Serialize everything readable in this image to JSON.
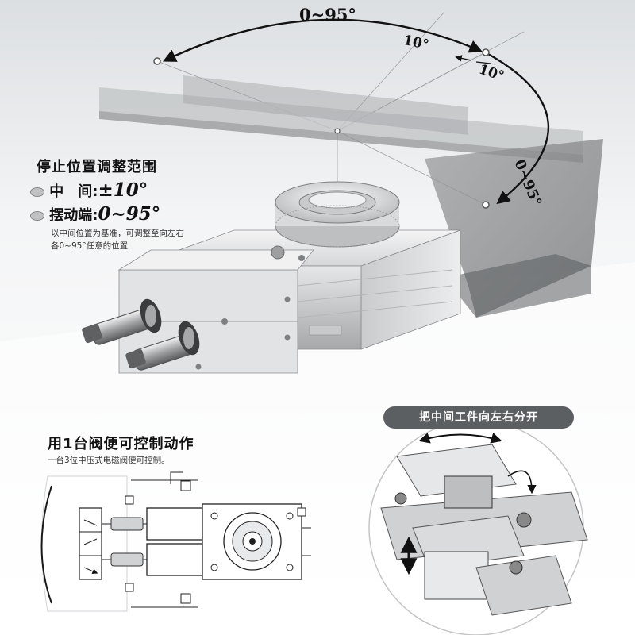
{
  "rotation": {
    "top_range": "0~95°",
    "mid_offset_left": "10°",
    "mid_offset_right": "10°",
    "right_range": "0~95°"
  },
  "stop_position": {
    "title": "停止位置调整范围",
    "mid_label": "中　间:",
    "mid_value": "±10°",
    "swing_label": "摆动端:",
    "swing_value": "0~95°",
    "note_line1": "以中间位置为基准，可调整至向左右",
    "note_line2": "各0~95°任意的位置"
  },
  "valve_control": {
    "title": "用1台阀便可控制动作",
    "note": "一台3位中压式电磁阀便可控制。"
  },
  "workpiece_panel": {
    "label": "把中间工件向左右分开"
  }
}
